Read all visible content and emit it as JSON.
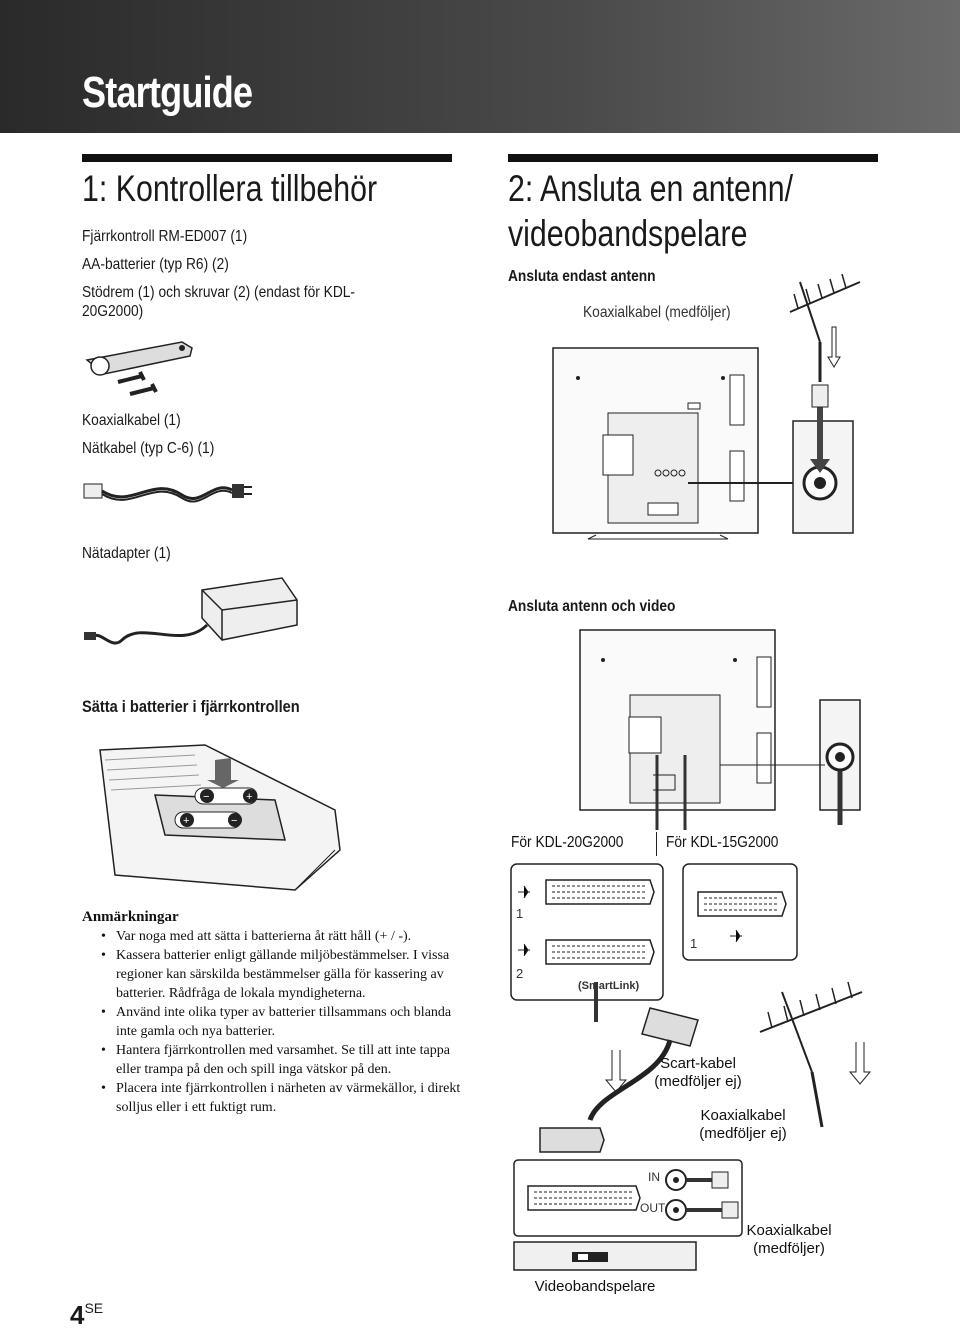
{
  "header": {
    "title": "Startguide"
  },
  "section1": {
    "title": "1: Kontrollera tillbehör",
    "items": [
      "Fjärrkontroll RM-ED007 (1)",
      "AA-batterier (typ R6) (2)",
      "Stödrem (1) och skruvar (2) (endast för KDL-",
      "20G2000)"
    ],
    "cables": [
      "Koaxialkabel (1)",
      "Nätkabel (typ C-6) (1)"
    ],
    "adapter": "Nätadapter (1)",
    "batteries_heading": "Sätta i batterier i fjärrkontrollen"
  },
  "notes": {
    "heading": "Anmärkningar",
    "items": [
      "Var noga med att sätta i batterierna åt rätt håll (+ / -).",
      "Kassera batterier enligt gällande miljöbestämmelser. I vissa regioner kan särskilda bestämmelser gälla för kassering av batterier. Rådfråga de lokala myndigheterna.",
      "Använd inte olika typer av batterier tillsammans och blanda inte gamla och nya batterier.",
      "Hantera fjärrkontrollen med varsamhet. Se till att inte tappa eller trampa på den och spill inga vätskor på den.",
      "Placera inte fjärrkontrollen i närheten av värmekällor, i direkt solljus eller i ett fuktigt rum."
    ]
  },
  "section2": {
    "title_line1": "2: Ansluta en antenn/",
    "title_line2": "videobandspelare",
    "sub1": "Ansluta endast antenn",
    "coax_supplied_top": "Koaxialkabel (medföljer)",
    "sub2": "Ansluta antenn och video",
    "model_left": "För KDL-20G2000",
    "model_right": "För KDL-15G2000",
    "scart1_num": "1",
    "scart2_num": "2",
    "scart_right_num": "1",
    "smartlink": "(SmartLink)",
    "scart_cable": [
      "Scart-kabel",
      "(medföljer ej)"
    ],
    "coax_not_supplied": [
      "Koaxialkabel",
      "(medföljer ej)"
    ],
    "vcr_in": "IN",
    "vcr_out": "OUT",
    "coax_supplied": [
      "Koaxialkabel",
      "(medföljer)"
    ],
    "vcr": "Videobandspelare"
  },
  "page": {
    "number": "4",
    "suffix": "SE"
  }
}
